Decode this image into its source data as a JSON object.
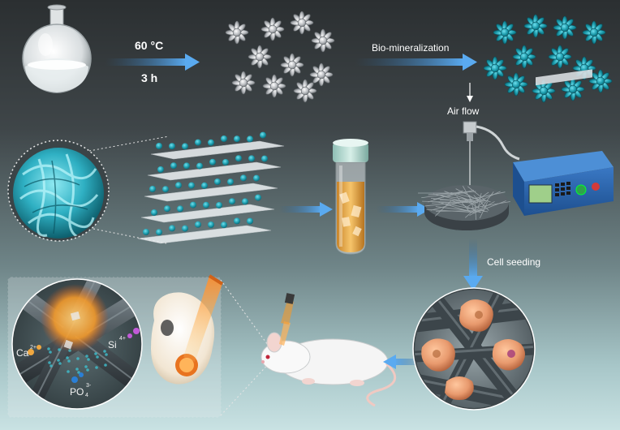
{
  "labels": {
    "temperature_value": "60",
    "temperature_unit": "°C",
    "time": "3 h",
    "biomineralization": "Bio-mineralization",
    "air_flow": "Air flow",
    "cell_seeding": "Cell seeding",
    "ion_ca": "Ca",
    "ion_ca_charge": "2+",
    "ion_si": "Si",
    "ion_si_charge": "4+",
    "ion_po": "PO",
    "ion_po_sub": "4",
    "ion_po_charge": "3-"
  },
  "colors": {
    "arrow_blue": "#4a9fe0",
    "particle_teal": "#1b9aab",
    "particle_gray": "#b9bcc0",
    "fiber_dark": "#4a5358",
    "cell_pink": "#e89a6e",
    "light_orange": "#f39a2b"
  }
}
